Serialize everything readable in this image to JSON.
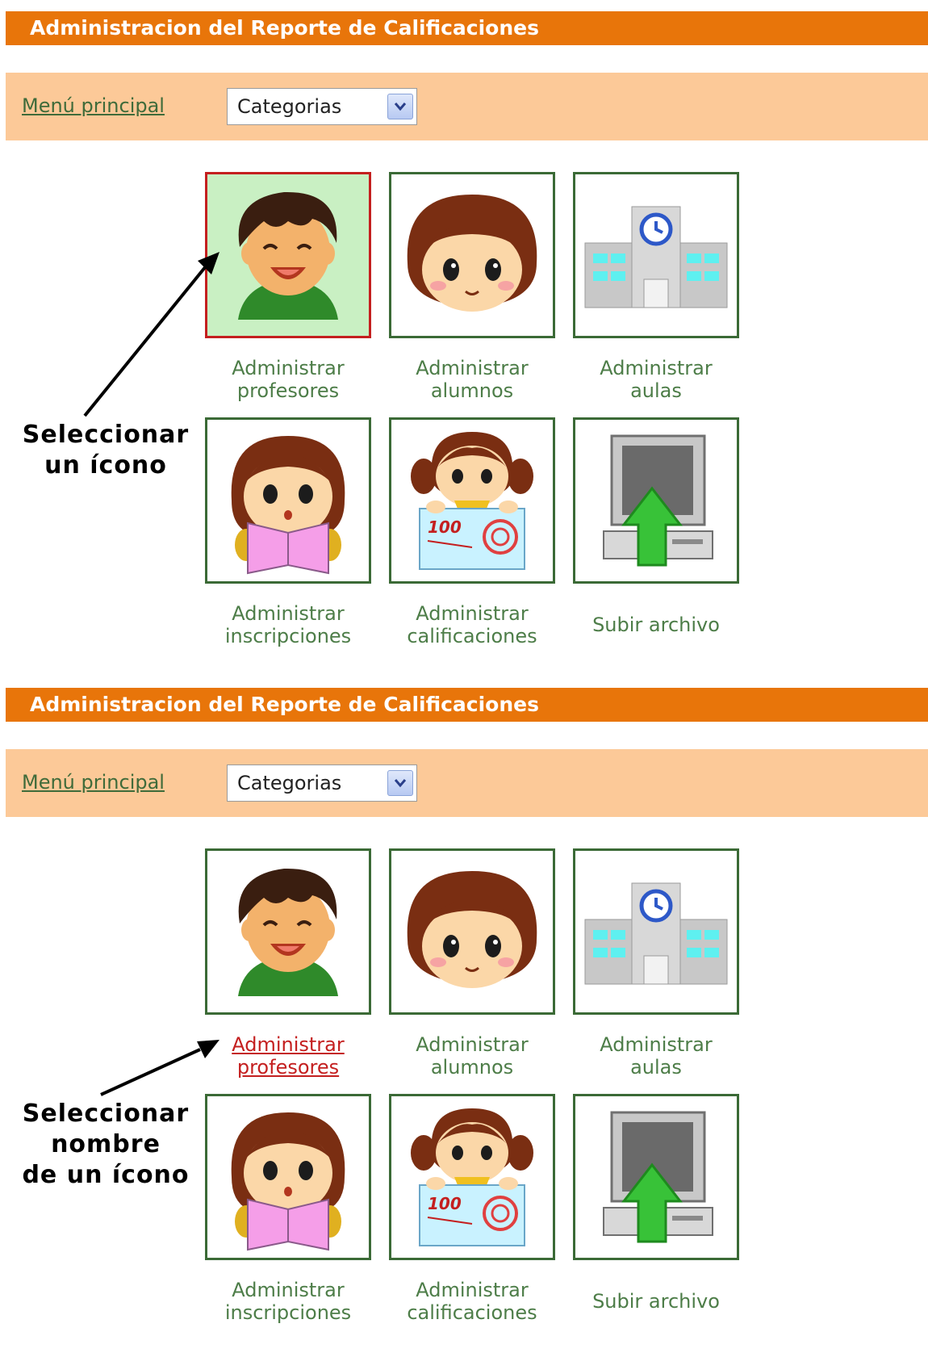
{
  "panels": [
    {
      "header": {
        "title": "Administracion del Reporte de Calificaciones"
      },
      "nav": {
        "menu_link": "Menú principal",
        "category_select": "Categorias"
      },
      "tiles": [
        {
          "icon": "teacher-icon",
          "line1": "Administrar",
          "line2": "profesores"
        },
        {
          "icon": "student-icon",
          "line1": "Administrar",
          "line2": "alumnos"
        },
        {
          "icon": "school-building-icon",
          "line1": "Administrar",
          "line2": "aulas"
        },
        {
          "icon": "reading-student-icon",
          "line1": "Administrar",
          "line2": "inscripciones"
        },
        {
          "icon": "grade-certificate-icon",
          "line1": "Administrar",
          "line2": "calificaciones"
        },
        {
          "icon": "upload-computer-icon",
          "line1": "Subir archivo",
          "line2": ""
        }
      ],
      "annotation": [
        "Seleccionar",
        "un ícono"
      ]
    },
    {
      "header": {
        "title": "Administracion del Reporte de Calificaciones"
      },
      "nav": {
        "menu_link": "Menú principal",
        "category_select": "Categorias"
      },
      "tiles": [
        {
          "icon": "teacher-icon",
          "line1": "Administrar",
          "line2": "profesores"
        },
        {
          "icon": "student-icon",
          "line1": "Administrar",
          "line2": "alumnos"
        },
        {
          "icon": "school-building-icon",
          "line1": "Administrar",
          "line2": "aulas"
        },
        {
          "icon": "reading-student-icon",
          "line1": "Administrar",
          "line2": "inscripciones"
        },
        {
          "icon": "grade-certificate-icon",
          "line1": "Administrar",
          "line2": "calificaciones"
        },
        {
          "icon": "upload-computer-icon",
          "line1": "Subir archivo",
          "line2": ""
        }
      ],
      "annotation": [
        "Seleccionar",
        "nombre",
        "de un ícono"
      ]
    }
  ],
  "colors": {
    "header_bg": "#e8750a",
    "nav_bg": "#fcc998",
    "tile_border": "#3b6a36",
    "selected_border": "#c41f1f",
    "selected_bg": "#c9f0c3",
    "label_text": "#4d7d48",
    "active_label": "#c41f1f"
  }
}
